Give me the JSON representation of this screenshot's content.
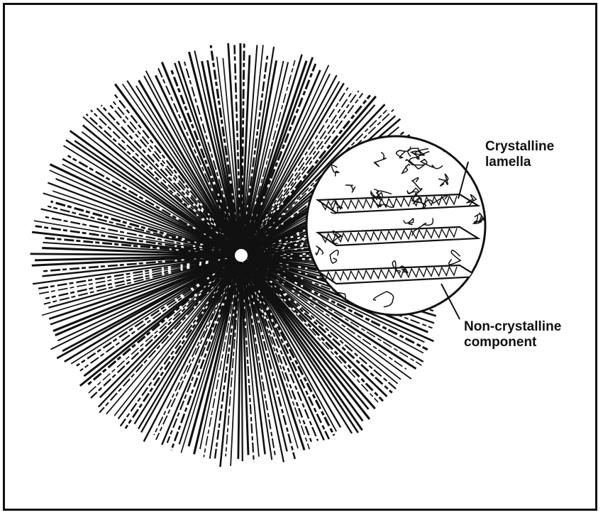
{
  "labels": {
    "crystalline_lamella": [
      "Crystalline",
      "lamella"
    ],
    "non_crystalline_component": [
      "Non-crystalline",
      "component"
    ]
  },
  "colors": {
    "ink": "#111111",
    "paper": "#ffffff"
  }
}
